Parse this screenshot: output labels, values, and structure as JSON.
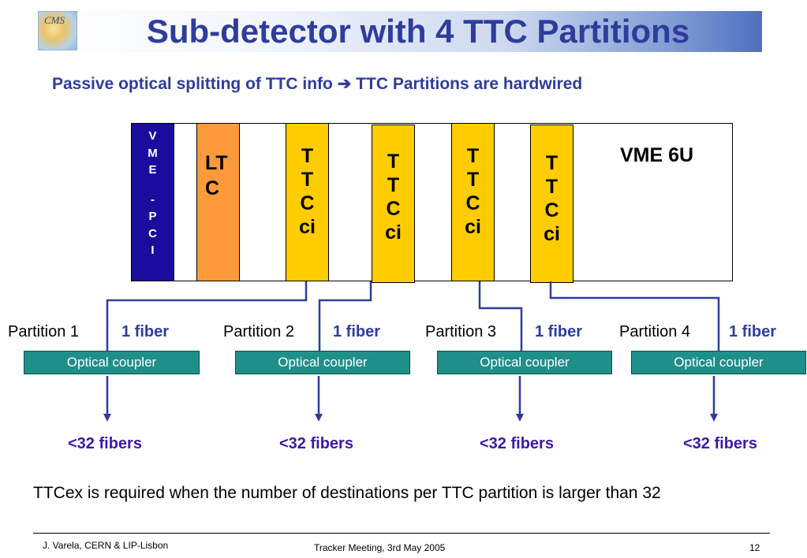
{
  "header": {
    "logo_text": "CMS",
    "title": "Sub-detector with 4 TTC Partitions",
    "subtitle_left": "Passive optical splitting of TTC info",
    "subtitle_arrow": "➔",
    "subtitle_right": "TTC Partitions are hardwired"
  },
  "crate": {
    "label": "VME 6U",
    "vme_card_lines": [
      "V",
      "M",
      "E",
      "",
      "-",
      "P",
      "C",
      "I"
    ],
    "ltc_lines": [
      "LT",
      "C"
    ],
    "ttc_cards": [
      {
        "lines": [
          "T",
          "T",
          "C",
          "ci"
        ]
      },
      {
        "lines": [
          "T",
          "T",
          "C",
          "ci"
        ]
      },
      {
        "lines": [
          "T",
          "T",
          "C",
          "ci"
        ]
      },
      {
        "lines": [
          "T",
          "T",
          "C",
          "ci"
        ]
      }
    ]
  },
  "partitions": [
    {
      "name": "Partition 1",
      "fiber": "1 fiber",
      "coupler": "Optical coupler",
      "output": "<32 fibers"
    },
    {
      "name": "Partition 2",
      "fiber": "1 fiber",
      "coupler": "Optical coupler",
      "output": "<32 fibers"
    },
    {
      "name": "Partition 3",
      "fiber": "1 fiber",
      "coupler": "Optical coupler",
      "output": "<32  fibers"
    },
    {
      "name": "Partition 4",
      "fiber": "1 fiber",
      "coupler": "Optical coupler",
      "output": "<32 fibers"
    }
  ],
  "note": "TTCex is required when the number of destinations per TTC partition is larger than 32",
  "footer": {
    "left": "J. Varela, CERN & LIP-Lisbon",
    "center": "Tracker Meeting, 3rd May 2005",
    "page_number": "12"
  },
  "colors": {
    "title_blue": "#2e3d9c",
    "vme_card": "#1a0d9e",
    "ltc_card": "#ff9a3a",
    "ttc_card": "#ffcc00",
    "coupler": "#1f8f8a",
    "wire": "#2e3d9c"
  }
}
